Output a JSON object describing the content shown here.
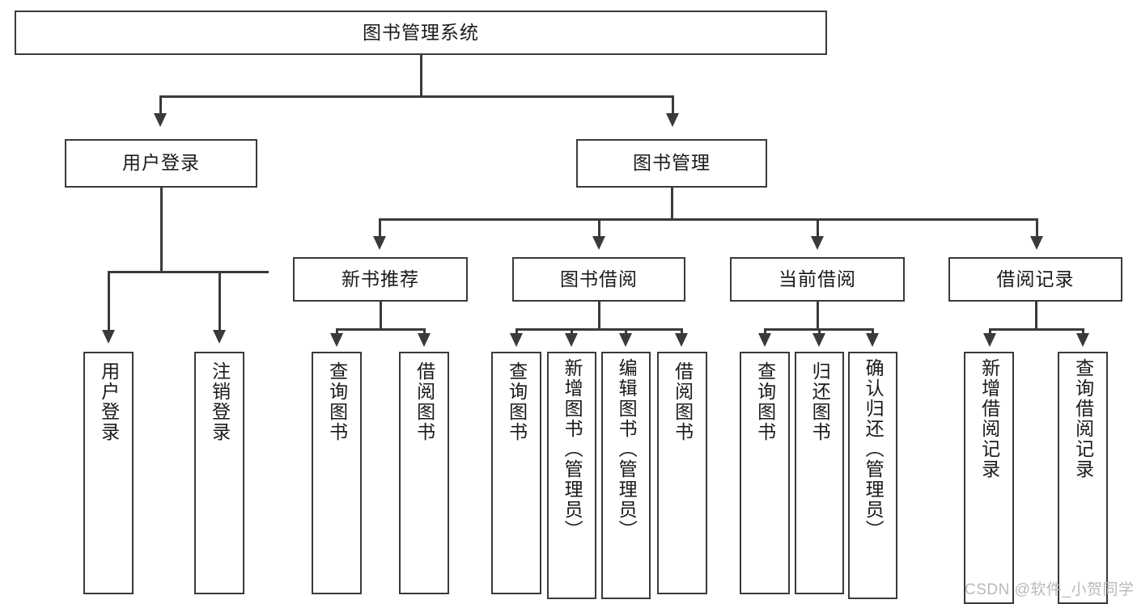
{
  "diagram": {
    "title_node": {
      "label": "图书管理系统"
    },
    "level1": [
      {
        "id": "user-login",
        "label": "用户登录"
      },
      {
        "id": "book-management",
        "label": "图书管理"
      }
    ],
    "level2": [
      {
        "id": "new-book-recommend",
        "label": "新书推荐"
      },
      {
        "id": "book-borrow",
        "label": "图书借阅"
      },
      {
        "id": "current-borrow",
        "label": "当前借阅"
      },
      {
        "id": "borrow-record",
        "label": "借阅记录"
      }
    ],
    "leaves": {
      "user_login": [
        {
          "id": "user-login-leaf",
          "label": "用户登录"
        },
        {
          "id": "user-logout-leaf",
          "label": "注销登录"
        }
      ],
      "new_book_recommend": [
        {
          "id": "query-book-1",
          "label": "查询图书"
        },
        {
          "id": "borrow-book-1",
          "label": "借阅图书"
        }
      ],
      "book_borrow": [
        {
          "id": "query-book-2",
          "label": "查询图书"
        },
        {
          "id": "add-book-admin",
          "label": "新增图书（管理员）"
        },
        {
          "id": "edit-book-admin",
          "label": "编辑图书（管理员）"
        },
        {
          "id": "borrow-book-2",
          "label": "借阅图书"
        }
      ],
      "current_borrow": [
        {
          "id": "query-book-3",
          "label": "查询图书"
        },
        {
          "id": "return-book",
          "label": "归还图书"
        },
        {
          "id": "confirm-return-admin",
          "label": "确认归还（管理员）"
        }
      ],
      "borrow_record": [
        {
          "id": "add-borrow-record",
          "label": "新增借阅记录"
        },
        {
          "id": "query-borrow-record",
          "label": "查询借阅记录"
        }
      ]
    }
  },
  "watermark": {
    "text": "CSDN @软件_小贺同学"
  },
  "colors": {
    "stroke": "#3a3a3a",
    "text": "#1a1a1a",
    "background": "#ffffff",
    "watermark": "#b9b9b9"
  }
}
